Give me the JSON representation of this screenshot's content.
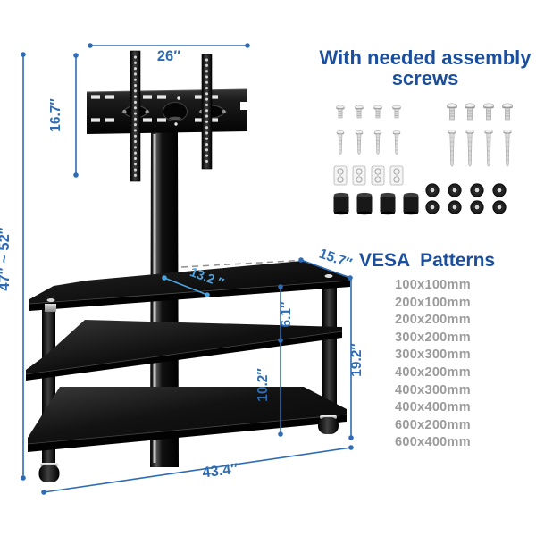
{
  "assembly_heading": {
    "line1": "With needed assembly",
    "line2": "screws"
  },
  "vesa": {
    "heading": "VESA  Patterns",
    "items": [
      "100x100mm",
      "200x100mm",
      "200x200mm",
      "300x200mm",
      "300x300mm",
      "400x200mm",
      "400x300mm",
      "400x400mm",
      "600x200mm",
      "600x400mm"
    ]
  },
  "dims": {
    "bracket_width": "26″",
    "bracket_height": "16.7″",
    "overall_height": "47″ ~ 52″",
    "shelf_depth": "15.7″",
    "top_shelf_span": "13.2 ″",
    "gap_top_middle": "6.1″",
    "gap_middle_bottom": "10.2″",
    "shelf_stack_height": "19.2″",
    "base_width": "43.4″"
  },
  "hardware_icons": [
    "short-bolt-icon",
    "long-screw-icon",
    "adapter-plate-icon",
    "spacer-icon",
    "large-bolt-icon",
    "long-bolt-icon",
    "washer-icon"
  ],
  "colors": {
    "dimension_blue": "#2e6cb5",
    "accent_light_blue": "#4aa3de",
    "heading_blue": "#1b4f9e",
    "list_gray": "#9b9b9b",
    "dashed_gray": "#8f8f8f",
    "stand_black": "#0e0e0e"
  }
}
